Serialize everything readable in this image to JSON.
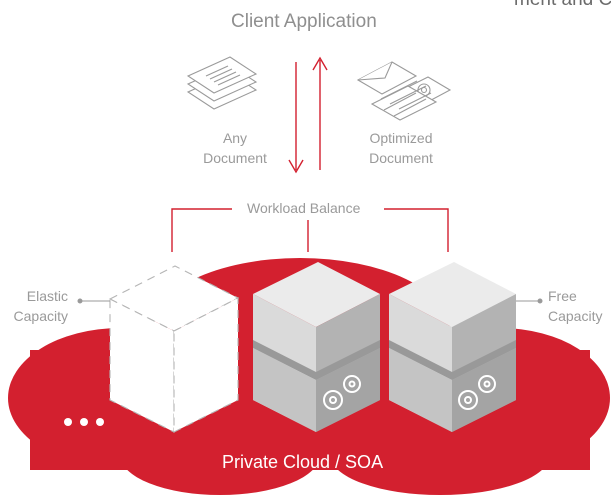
{
  "diagram": {
    "top_right_fragment": "ment and C",
    "client_application": "Client Application",
    "any_document_line1": "Any",
    "any_document_line2": "Document",
    "optimized_document_line1": "Optimized",
    "optimized_document_line2": "Document",
    "workload_balance": "Workload Balance",
    "elastic_capacity_line1": "Elastic",
    "elastic_capacity_line2": "Capacity",
    "free_capacity_line1": "Free",
    "free_capacity_line2": "Capacity",
    "cloud_label": "Private Cloud / SOA",
    "colors": {
      "accent_red": "#d3202f",
      "text_gray": "#9a9a9a",
      "server_gray": "#c9c9c9"
    },
    "icons": [
      "stacked-documents-icon",
      "mail-email-spreadsheet-icon",
      "gear-icon",
      "ellipsis-icon"
    ]
  }
}
